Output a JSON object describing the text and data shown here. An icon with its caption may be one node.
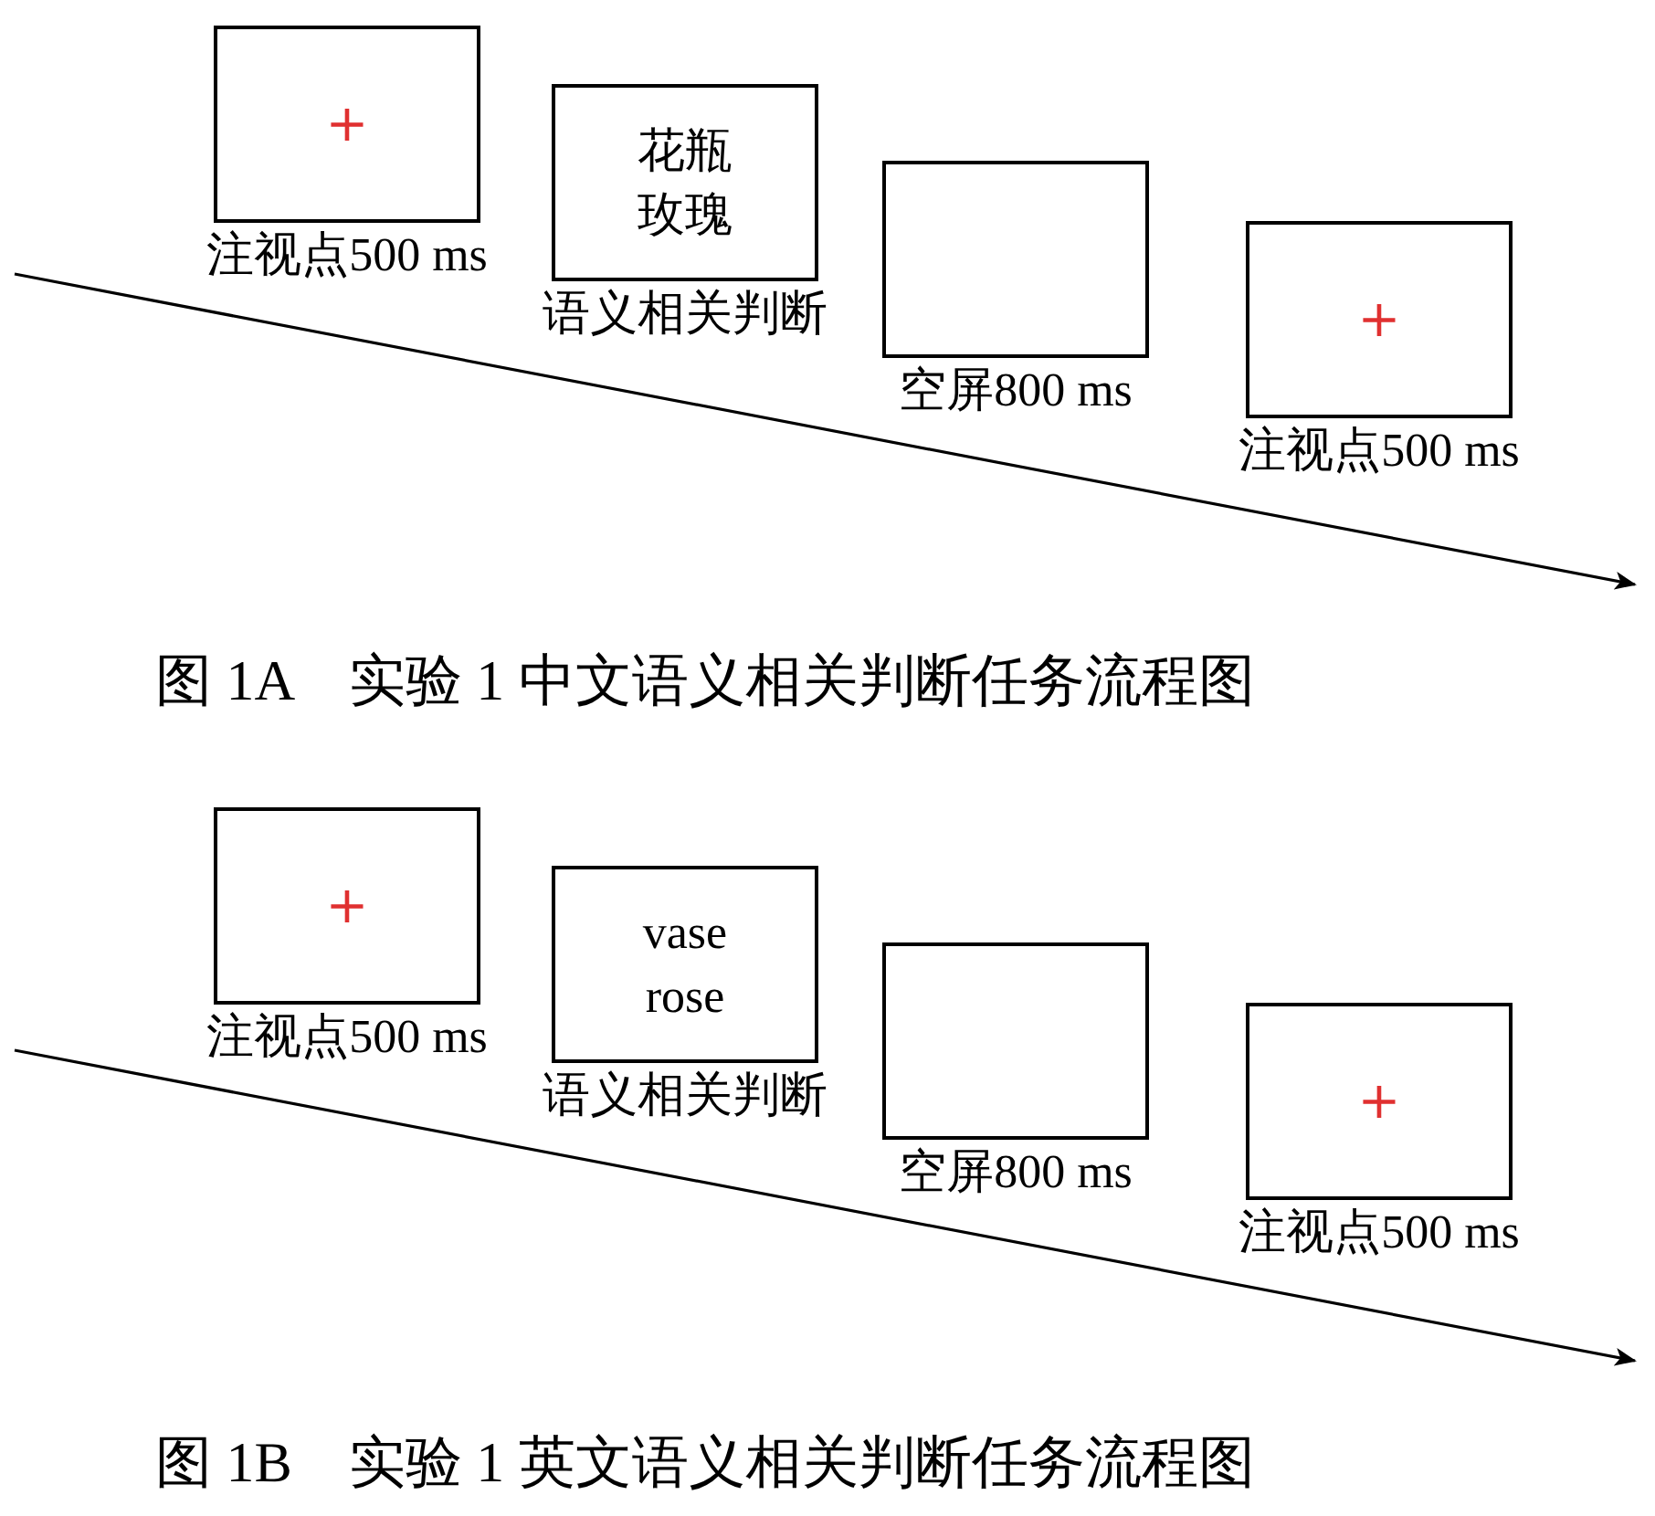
{
  "diagram": {
    "nodes": [
      {
        "text": [
          "+"
        ],
        "beside": [
          "注视点500 ms"
        ]
      },
      {
        "text": [
          "花瓶",
          "玫瑰"
        ],
        "beside": [
          "语义相关判断"
        ]
      },
      {
        "text": [],
        "shape": "box",
        "beside": [
          "空屏800 ms"
        ]
      },
      {
        "text": [
          "+"
        ],
        "beside": [
          "注视点500 ms"
        ]
      },
      {
        "text": [
          "+"
        ],
        "beside": [
          "注视点500 ms"
        ]
      },
      {
        "text": [
          "vase",
          "rose"
        ],
        "beside": [
          "语义相关判断"
        ]
      },
      {
        "text": [],
        "shape": "box",
        "beside": [
          "空屏800 ms"
        ]
      },
      {
        "text": [
          "+"
        ],
        "beside": [
          "注视点500 ms"
        ]
      }
    ],
    "edges": [],
    "labels": [
      "图 1A　实验 1 中文语义相关判断任务流程图",
      "图 1B　实验 1 英文语义相关判断任务流程图"
    ]
  }
}
